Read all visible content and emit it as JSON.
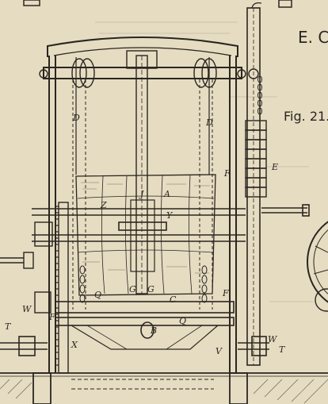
{
  "header": {
    "section_letter": "E. C",
    "figure_label": "Fig. 21."
  },
  "labels": {
    "D_left": "D",
    "D_right": "D",
    "E": "E",
    "F_right": "F",
    "F_right_low": "F",
    "F_left": "F",
    "J": "J",
    "A": "A",
    "Z": "Z",
    "Y": "Y",
    "G1": "G",
    "G2": "G",
    "Q1": "Q",
    "Q2": "Q",
    "C": "C",
    "B": "B",
    "W_left": "W",
    "W_right": "W",
    "T_left": "T",
    "T_right": "T",
    "X": "X",
    "V": "V"
  }
}
